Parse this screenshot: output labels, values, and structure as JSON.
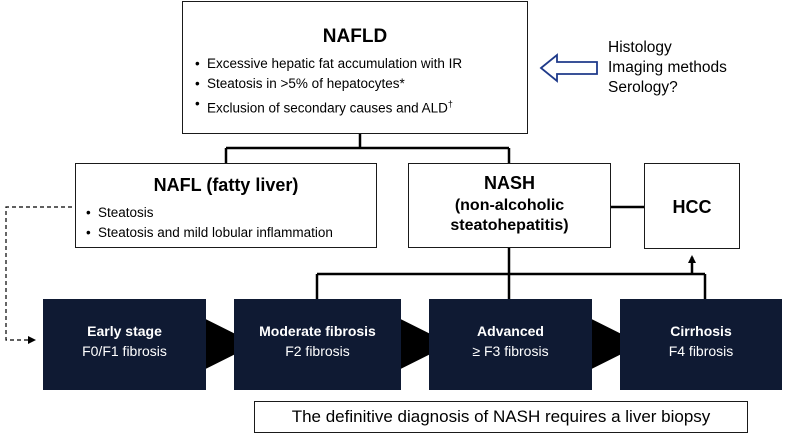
{
  "nafld": {
    "title": "NAFLD",
    "bullets": [
      "Excessive hepatic fat accumulation with IR",
      "Steatosis in >5% of hepatocytes*",
      "Exclusion of secondary causes and ALD"
    ],
    "dagger": "†"
  },
  "methods": [
    "Histology",
    "Imaging methods",
    "Serology?"
  ],
  "nafl": {
    "title": "NAFL (fatty liver)",
    "bullets": [
      "Steatosis",
      "Steatosis and mild lobular inflammation"
    ]
  },
  "nash": {
    "line1": "NASH",
    "line2": "(non-alcoholic",
    "line3": "steatohepatitis)"
  },
  "hcc": {
    "title": "HCC"
  },
  "stages": [
    {
      "name": "Early stage",
      "sub": "F0/F1 fibrosis"
    },
    {
      "name": "Moderate fibrosis",
      "sub": "F2 fibrosis"
    },
    {
      "name": "Advanced",
      "sub": "≥ F3 fibrosis"
    },
    {
      "name": "Cirrhosis",
      "sub": "F4 fibrosis"
    }
  ],
  "footer": "The definitive diagnosis of NASH requires a liver biopsy",
  "colors": {
    "stage_bg": "#0f1a33",
    "outline_arrow": "#1f3a8a"
  }
}
